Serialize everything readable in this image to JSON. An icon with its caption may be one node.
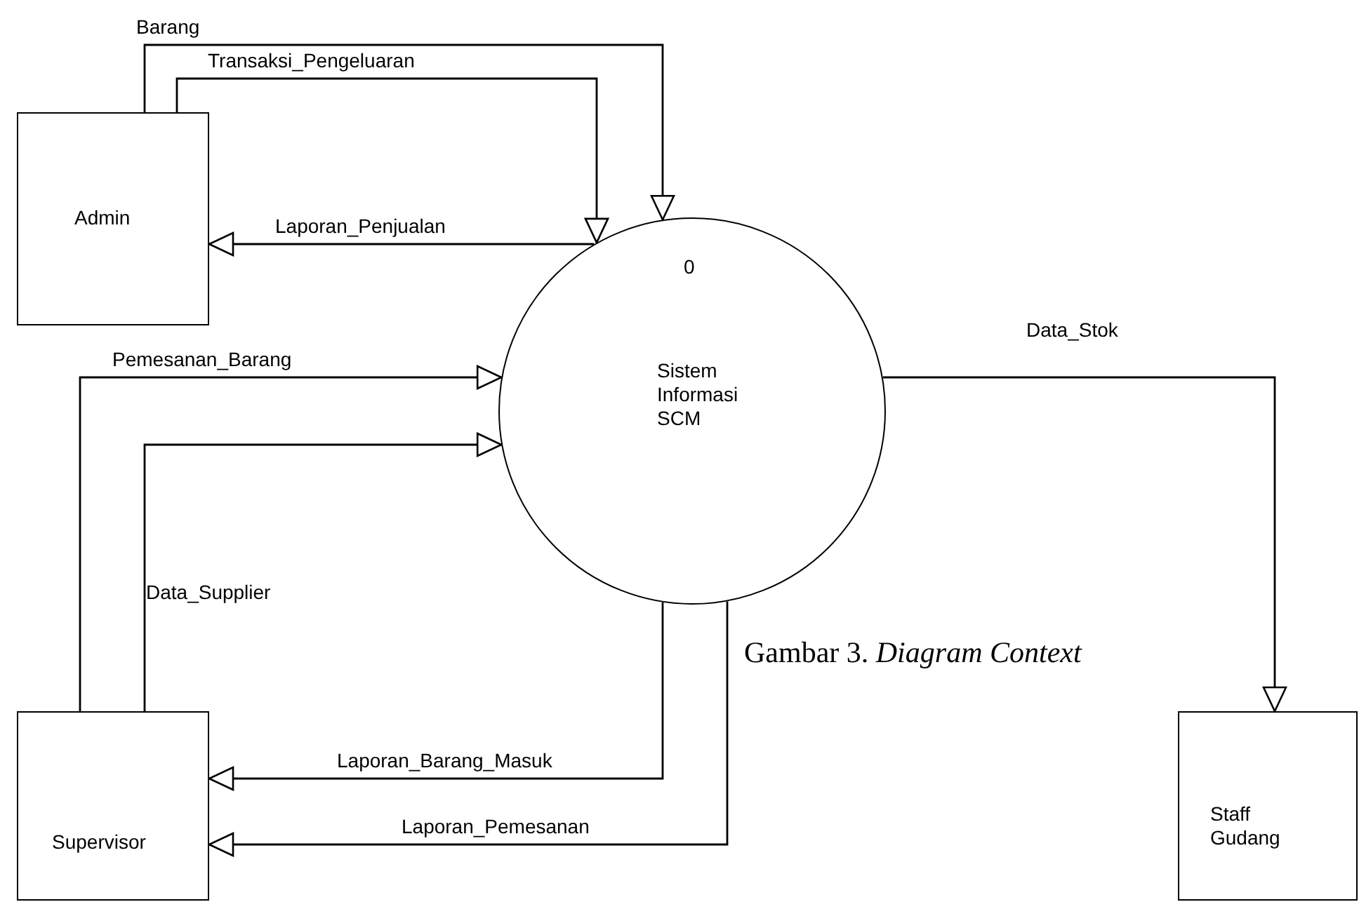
{
  "diagram": {
    "caption": "Gambar 3. *Diagram Context*",
    "nodes": [
      {
        "text": [
          "Admin"
        ]
      },
      {
        "text": [
          "0",
          "Sistem Informasi SCM"
        ]
      },
      {
        "text": [
          "Supervisor"
        ]
      },
      {
        "text": [
          "Staff Gudang"
        ]
      }
    ],
    "edges": [
      {
        "from": 0,
        "to": 1,
        "arrow": "to",
        "label": "Barang"
      },
      {
        "from": 0,
        "to": 1,
        "arrow": "to",
        "label": "Transaksi_Pengeluaran"
      },
      {
        "from": 1,
        "to": 0,
        "arrow": "to",
        "label": "Laporan_Penjualan"
      },
      {
        "from": 2,
        "to": 1,
        "arrow": "to",
        "label": "Pemesanan_Barang"
      },
      {
        "from": 2,
        "to": 1,
        "arrow": "to",
        "label": "Data_Supplier"
      },
      {
        "from": 1,
        "to": 2,
        "arrow": "to",
        "label": "Laporan_Barang_Masuk"
      },
      {
        "from": 1,
        "to": 2,
        "arrow": "to",
        "label": "Laporan_Pemesanan"
      },
      {
        "from": 1,
        "to": 3,
        "arrow": "to",
        "label": "Data_Stok"
      }
    ]
  }
}
